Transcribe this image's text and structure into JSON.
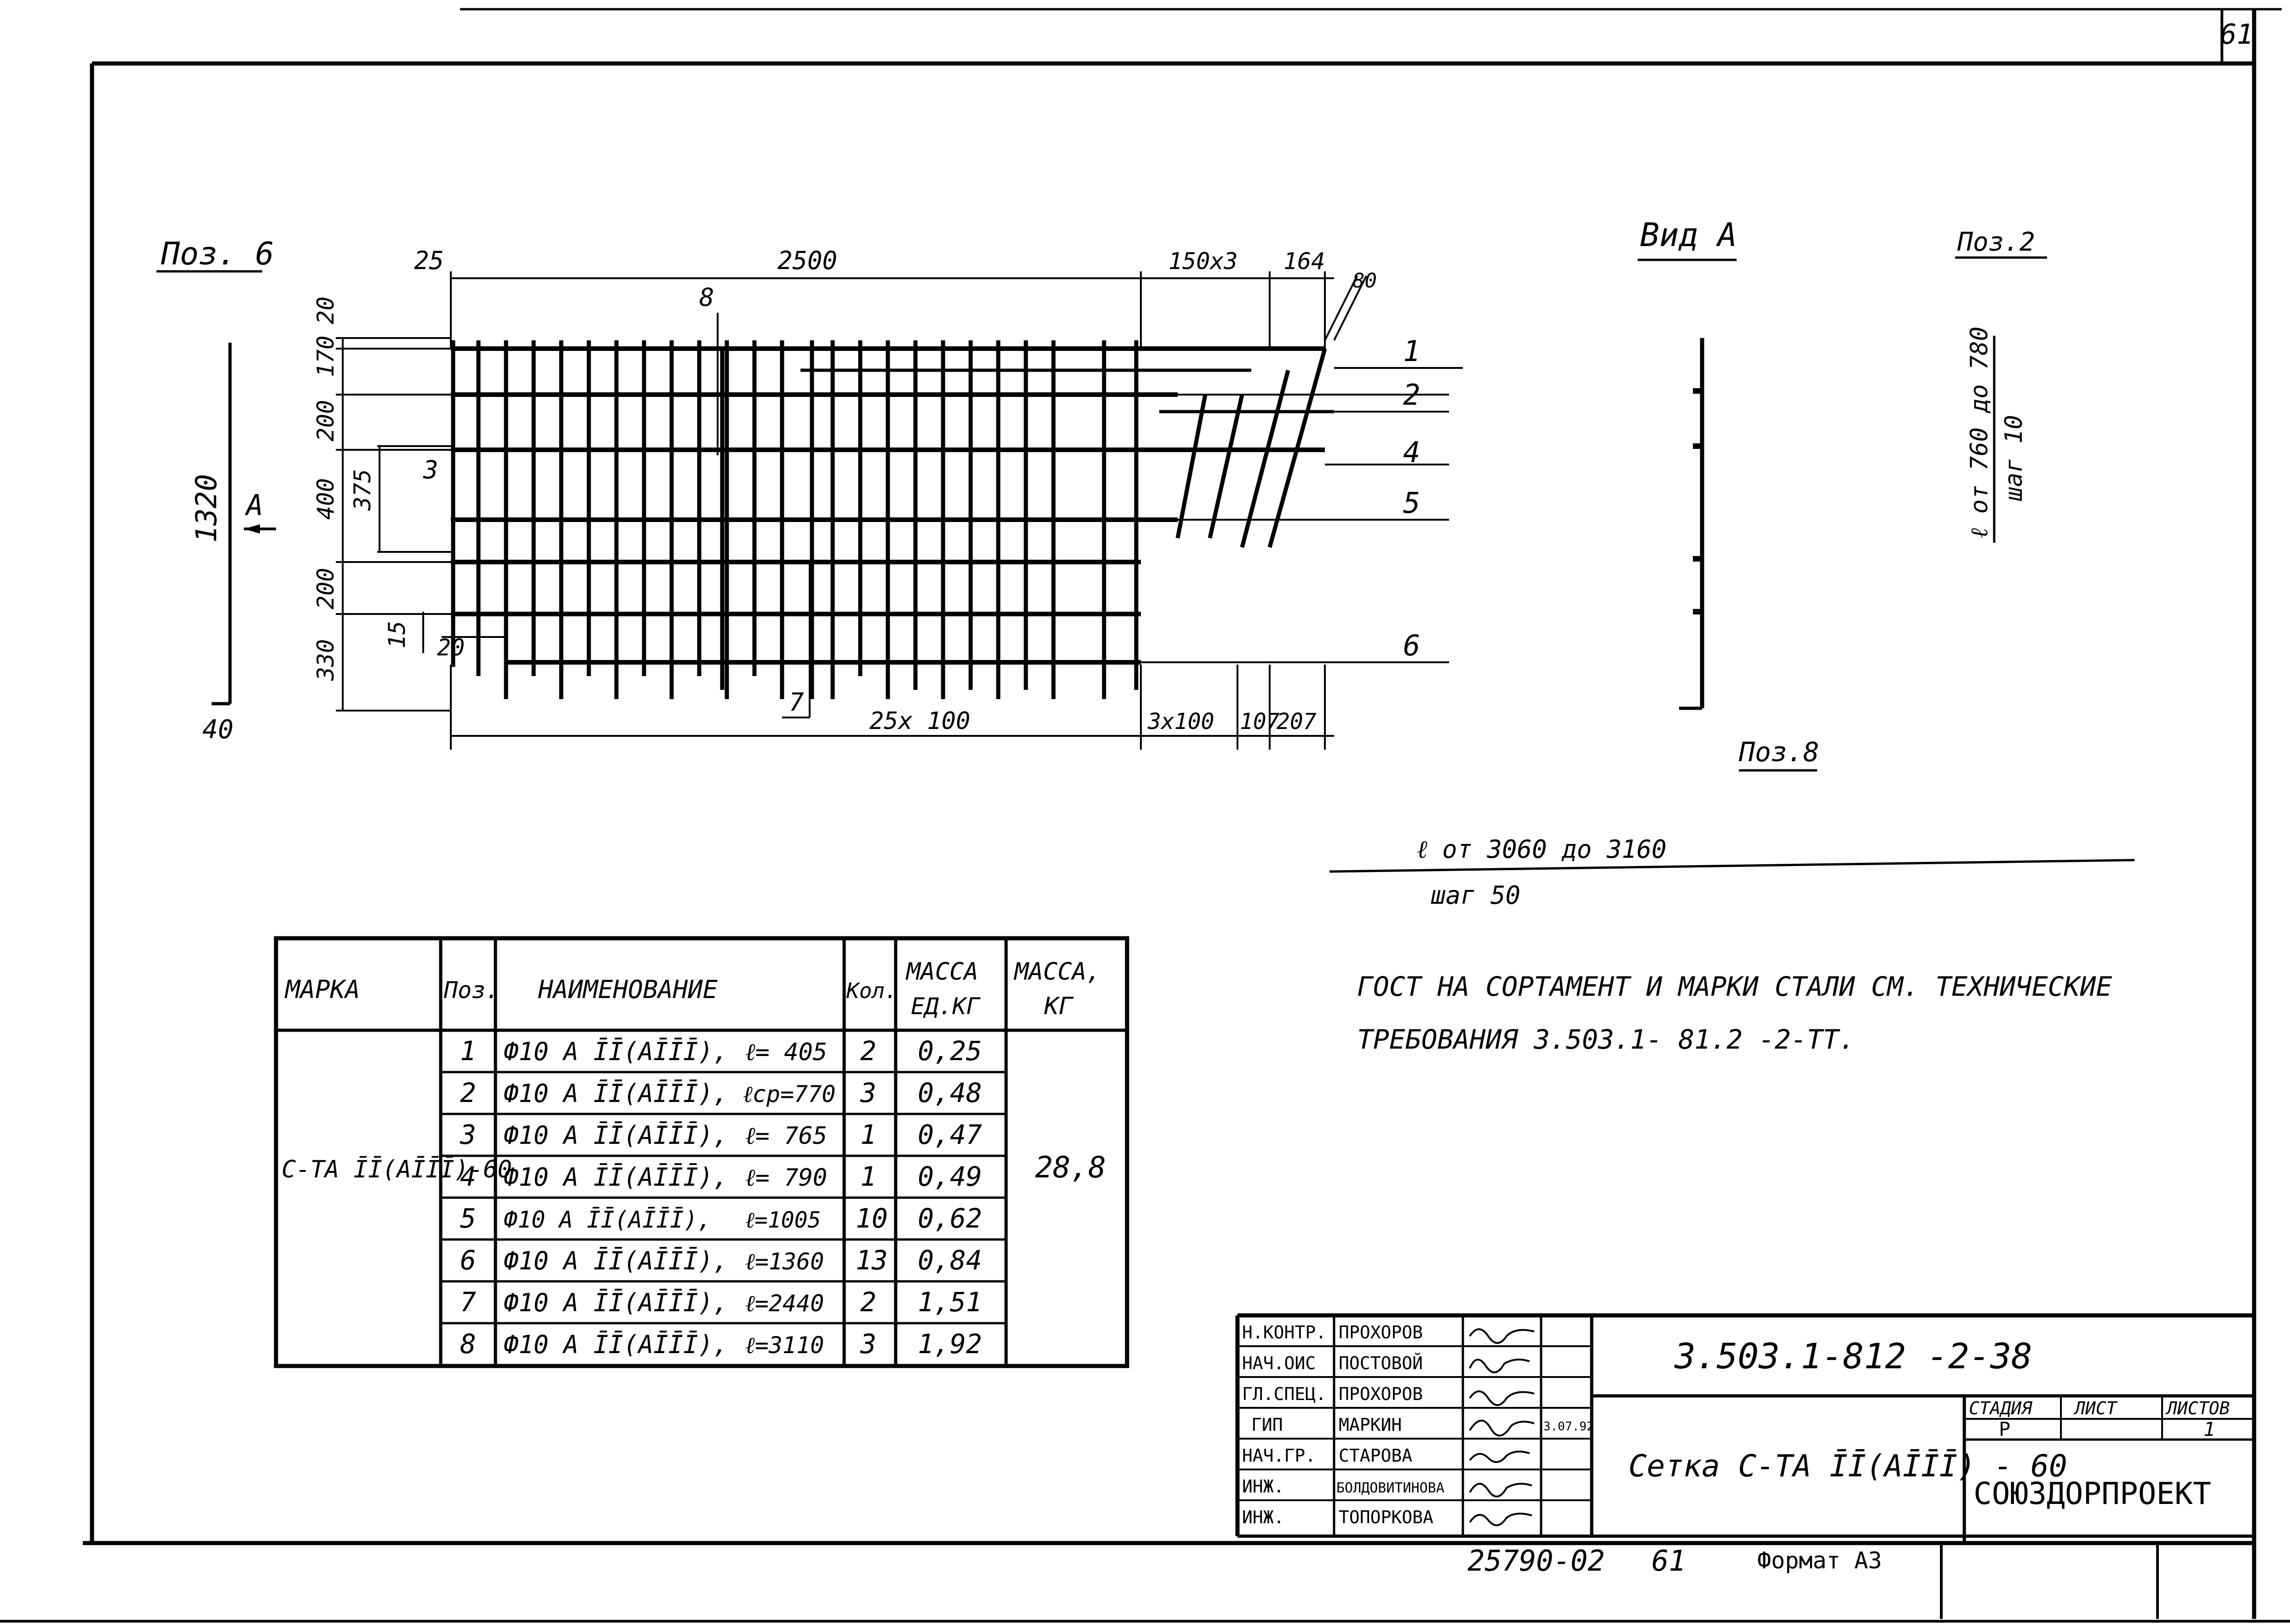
{
  "sheet": {
    "page_number": "61",
    "format_text": "Формат А3",
    "archive_code": "25790-02",
    "archive_page": "61"
  },
  "drawing": {
    "pos6_label": "Поз. 6",
    "pos2_label": "Поз.2",
    "pos8_label": "Поз.8",
    "view_label": "Вид А",
    "arrow_label": "А",
    "dims": {
      "top_25": "25",
      "top_2500": "2500",
      "top_150x3": "150х3",
      "top_164": "164",
      "top_80": "80",
      "left_20": "20",
      "left_170": "170",
      "left_200a": "200",
      "left_400": "400",
      "left_200b": "200",
      "left_330": "330",
      "overall_1320": "1320",
      "overall_40": "40",
      "inner_375": "375",
      "inner_15": "15",
      "inner_20": "20",
      "bot_25x100": "25х 100",
      "bot_3x100": "3х100",
      "bot_107": "107",
      "bot_207": "207",
      "callout_3": "3",
      "callout_7": "7",
      "callout_8": "8"
    },
    "positions": [
      "1",
      "2",
      "4",
      "5",
      "6"
    ],
    "pos2_note_1": "ℓ от 760 до 780",
    "pos2_note_2": "шаг 10",
    "pos8_note_1": "ℓ от 3060 до 3160",
    "pos8_note_2": "шаг 50"
  },
  "notes": {
    "line1": "ГОСТ НА СОРТАМЕНТ И МАРКИ СТАЛИ СМ. ТЕХНИЧЕСКИЕ",
    "line2": "ТРЕБОВАНИЯ 3.503.1- 81.2 -2-ТТ."
  },
  "spec_table": {
    "headers": {
      "mark": "МАРКА",
      "pos": "Поз.",
      "name": "НАИМЕНОВАНИЕ",
      "qty": "Кол.",
      "unit_mass_1": "МАССА",
      "unit_mass_2": "ЕД.КГ",
      "mass_1": "МАССА,",
      "mass_2": "КГ"
    },
    "mark_value": "С-ТА ĪĪ(АĪĪĪ)-60",
    "total_mass": "28,8",
    "rows": [
      {
        "pos": "1",
        "name": "Ф10 А ĪĪ(АĪĪĪ),",
        "len": "ℓ= 405",
        "qty": "2",
        "unit_mass": "0,25"
      },
      {
        "pos": "2",
        "name": "Ф10 А ĪĪ(АĪĪĪ),",
        "len": "ℓср=770",
        "qty": "3",
        "unit_mass": "0,48"
      },
      {
        "pos": "3",
        "name": "Ф10 А ĪĪ(АĪĪĪ),",
        "len": "ℓ= 765",
        "qty": "1",
        "unit_mass": "0,47"
      },
      {
        "pos": "4",
        "name": "Ф10 А ĪĪ(АĪĪĪ),",
        "len": "ℓ= 790",
        "qty": "1",
        "unit_mass": "0,49"
      },
      {
        "pos": "5",
        "name": "Ф10 А ĪĪ(АĪĪĪ),",
        "len": "ℓ=1005",
        "qty": "10",
        "unit_mass": "0,62"
      },
      {
        "pos": "6",
        "name": "Ф10 А ĪĪ(АĪĪĪ),",
        "len": "ℓ=1360",
        "qty": "13",
        "unit_mass": "0,84"
      },
      {
        "pos": "7",
        "name": "Ф10 А ĪĪ(АĪĪĪ),",
        "len": "ℓ=2440",
        "qty": "2",
        "unit_mass": "1,51"
      },
      {
        "pos": "8",
        "name": "Ф10 А ĪĪ(АĪĪĪ),",
        "len": "ℓ=3110",
        "qty": "3",
        "unit_mass": "1,92"
      }
    ]
  },
  "title_block": {
    "doc_code": "3.503.1-812 -2-38",
    "title": "Сетка С-ТА ĪĪ(АĪĪĪ) - 60",
    "stage_header": "СТАДИЯ",
    "sheet_header": "ЛИСТ",
    "sheets_header": "ЛИСТОВ",
    "stage": "Р",
    "sheets": "1",
    "org": "СОЮЗДОРПРОЕКТ",
    "date": "3.07.92",
    "staff": [
      {
        "role": "Н.КОНТР.",
        "name": "ПРОХОРОВ"
      },
      {
        "role": "НАЧ.ОИС",
        "name": "ПОСТОВОЙ"
      },
      {
        "role": "ГЛ.СПЕЦ.",
        "name": "ПРОХОРОВ"
      },
      {
        "role": "ГИП",
        "name": "МАРКИН"
      },
      {
        "role": "НАЧ.ГР.",
        "name": "СТАРОВА"
      },
      {
        "role": "ИНЖ.",
        "name": "БОЛДОВИТИНОВА"
      },
      {
        "role": "ИНЖ.",
        "name": "ТОПОРКОВА"
      }
    ]
  }
}
